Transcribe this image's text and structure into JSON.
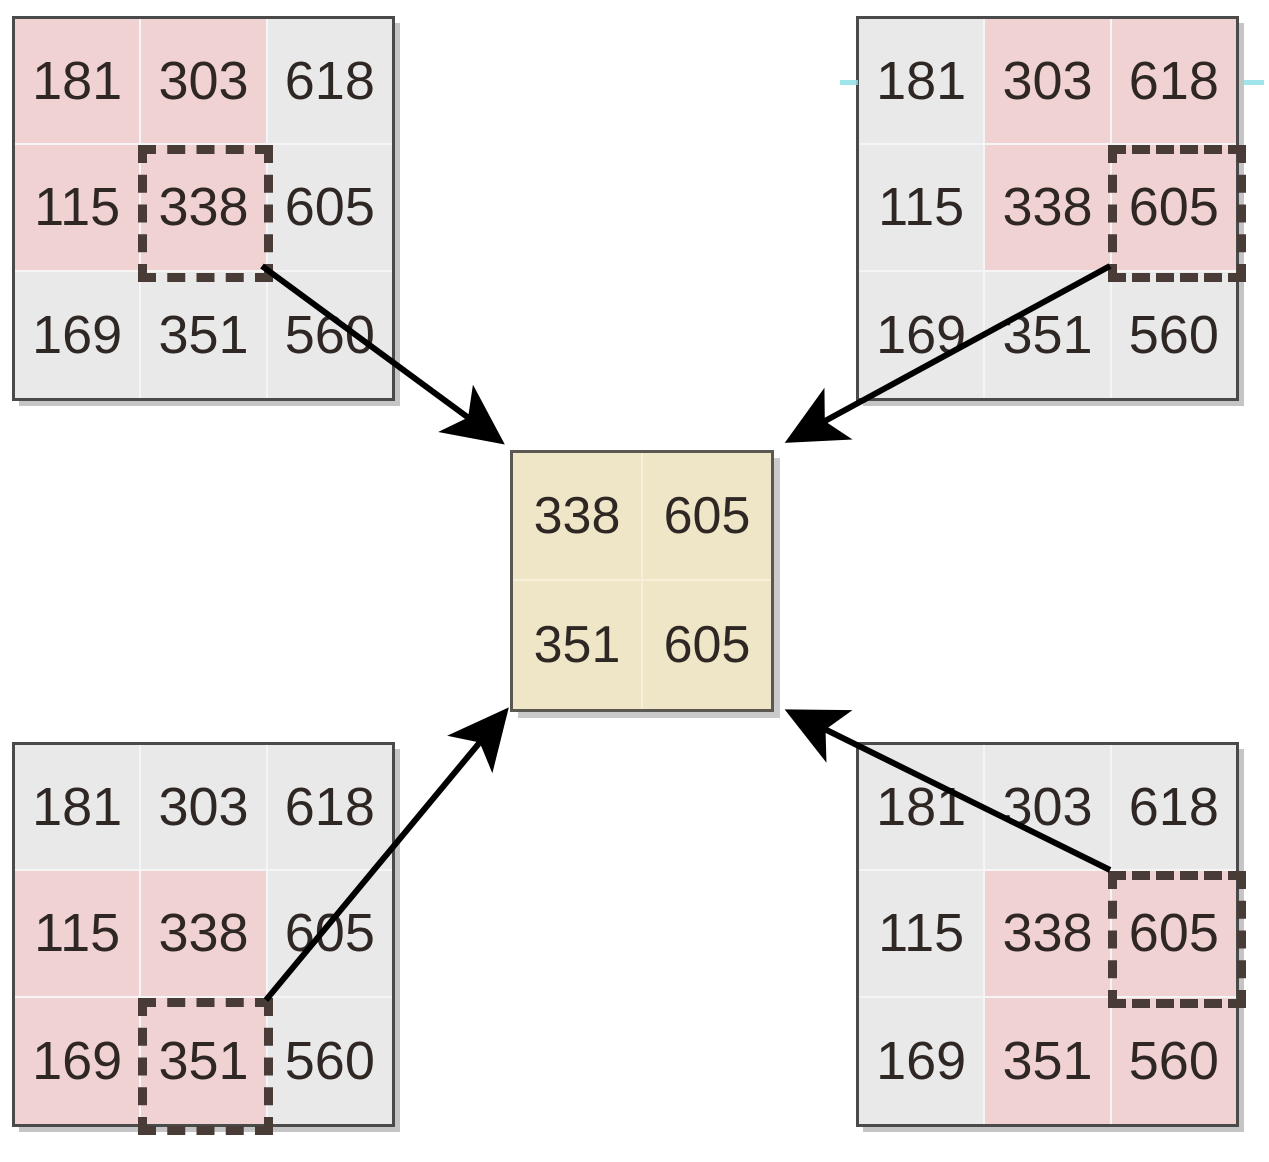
{
  "diagram": {
    "title": "Max pooling over a 3x3 feature map with 2x2 result",
    "colors": {
      "grid_border": "#4a4a4a",
      "cell_bg": "#e9e9e9",
      "cell_highlight": "#f0d2d2",
      "result_bg": "#efe6c8",
      "result_border": "#5b5751",
      "kernel_dash": "#493b36",
      "arrow": "#000000",
      "text": "#2f2724",
      "artifact": "#8fe0e8"
    },
    "source_matrix": {
      "rows": 3,
      "cols": 3,
      "values": [
        [
          "181",
          "303",
          "618"
        ],
        [
          "115",
          "338",
          "605"
        ],
        [
          "169",
          "351",
          "560"
        ]
      ]
    },
    "panels": [
      {
        "id": "top-left",
        "name": "panel-top-left",
        "highlight_rows": [
          0,
          1
        ],
        "highlight_cols": [
          0,
          1
        ],
        "kernel_cell": {
          "row": 1,
          "col": 1
        },
        "kernel_value": "338",
        "cells": [
          [
            "181",
            "303",
            "618"
          ],
          [
            "115",
            "338",
            "605"
          ],
          [
            "169",
            "351",
            "560"
          ]
        ]
      },
      {
        "id": "top-right",
        "name": "panel-top-right",
        "highlight_rows": [
          0,
          1
        ],
        "highlight_cols": [
          1,
          2
        ],
        "kernel_cell": {
          "row": 1,
          "col": 2
        },
        "kernel_value": "605",
        "cells": [
          [
            "181",
            "303",
            "618"
          ],
          [
            "115",
            "338",
            "605"
          ],
          [
            "169",
            "351",
            "560"
          ]
        ]
      },
      {
        "id": "bottom-left",
        "name": "panel-bottom-left",
        "highlight_rows": [
          1,
          2
        ],
        "highlight_cols": [
          0,
          1
        ],
        "kernel_cell": {
          "row": 2,
          "col": 1
        },
        "kernel_value": "351",
        "cells": [
          [
            "181",
            "303",
            "618"
          ],
          [
            "115",
            "338",
            "605"
          ],
          [
            "169",
            "351",
            "560"
          ]
        ]
      },
      {
        "id": "bottom-right",
        "name": "panel-bottom-right",
        "highlight_rows": [
          1,
          2
        ],
        "highlight_cols": [
          1,
          2
        ],
        "kernel_cell": {
          "row": 1,
          "col": 2
        },
        "kernel_value": "605",
        "cells": [
          [
            "181",
            "303",
            "618"
          ],
          [
            "115",
            "338",
            "605"
          ],
          [
            "169",
            "351",
            "560"
          ]
        ]
      }
    ],
    "result_matrix": {
      "rows": 2,
      "cols": 2,
      "values": [
        [
          "338",
          "605"
        ],
        [
          "351",
          "605"
        ]
      ]
    },
    "arrows": [
      {
        "name": "arrow-top-left-to-result",
        "from": "top-left",
        "to": "result"
      },
      {
        "name": "arrow-top-right-to-result",
        "from": "top-right",
        "to": "result"
      },
      {
        "name": "arrow-bottom-left-to-result",
        "from": "bottom-left",
        "to": "result"
      },
      {
        "name": "arrow-bottom-right-to-result",
        "from": "bottom-right",
        "to": "result"
      }
    ]
  }
}
